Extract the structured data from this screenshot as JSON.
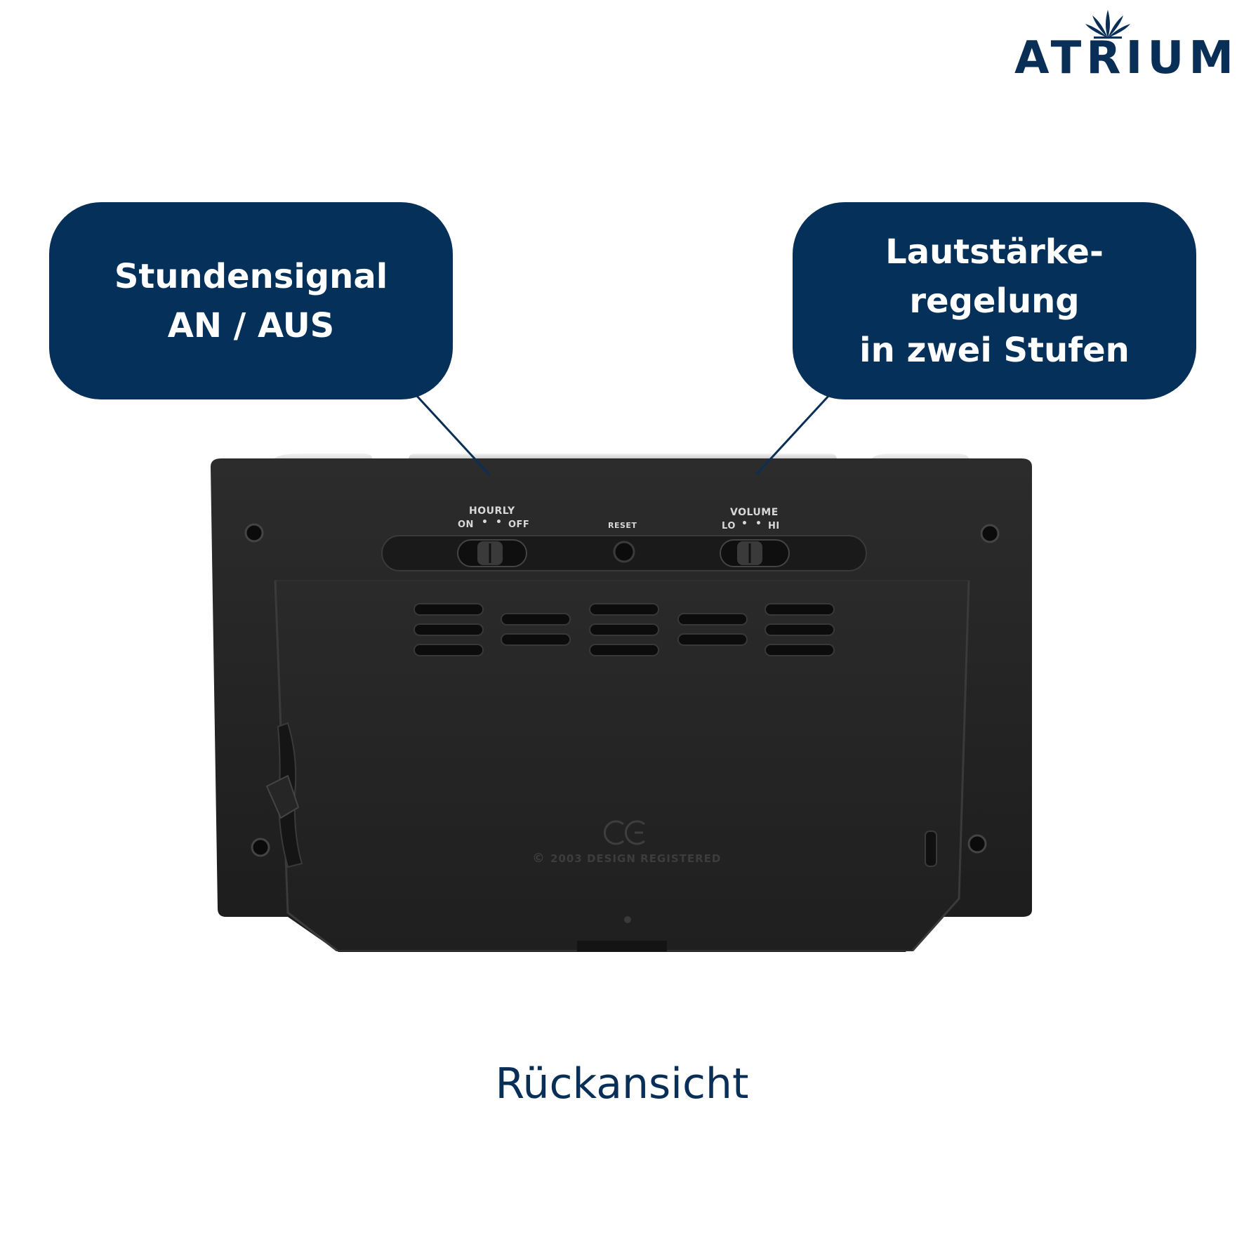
{
  "brand": {
    "name": "ATRIUM",
    "logo_icon": "fan-crown-icon",
    "color": "#0a2f57"
  },
  "callouts": {
    "left": {
      "lines": [
        "Stundensignal",
        "AN / AUS"
      ]
    },
    "right": {
      "lines": [
        "Lautstärke-",
        "regelung",
        "in zwei Stufen"
      ]
    },
    "color": "#053059"
  },
  "device": {
    "hourly_switch": {
      "title": "HOURLY",
      "on_label": "ON",
      "off_label": "OFF"
    },
    "reset_label": "RESET",
    "volume_switch": {
      "title": "VOLUME",
      "lo_label": "LO",
      "hi_label": "HI"
    },
    "ce_mark": "CE",
    "design_notice": "2003 DESIGN REGISTERED",
    "copyright_symbol": "©"
  },
  "caption": "Rückansicht"
}
